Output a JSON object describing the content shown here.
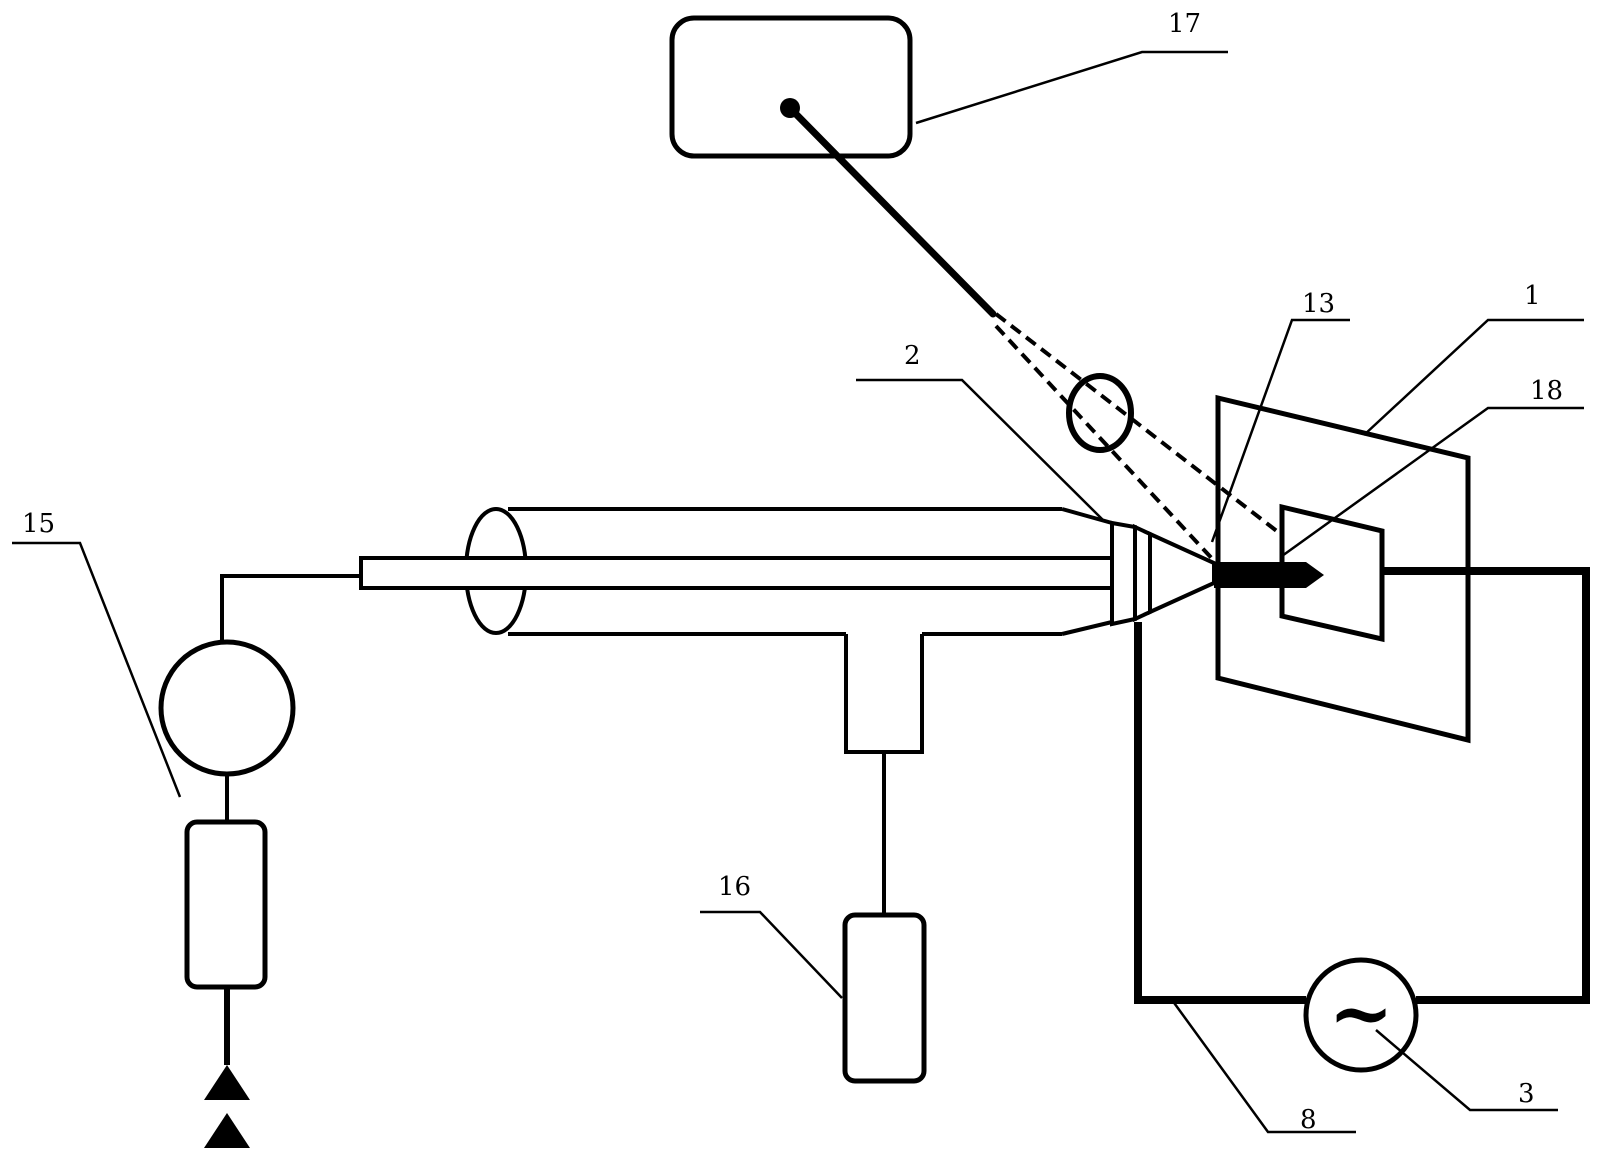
{
  "labels": {
    "l1": "1",
    "l2": "2",
    "l3": "3",
    "l8": "8",
    "l13": "13",
    "l15": "15",
    "l16": "16",
    "l17": "17",
    "l18": "18"
  },
  "icons": {
    "ac_source_symbol": "~",
    "ground_symbol": "stacked-triangles"
  },
  "colors": {
    "line": "#000000",
    "background": "#ffffff"
  }
}
